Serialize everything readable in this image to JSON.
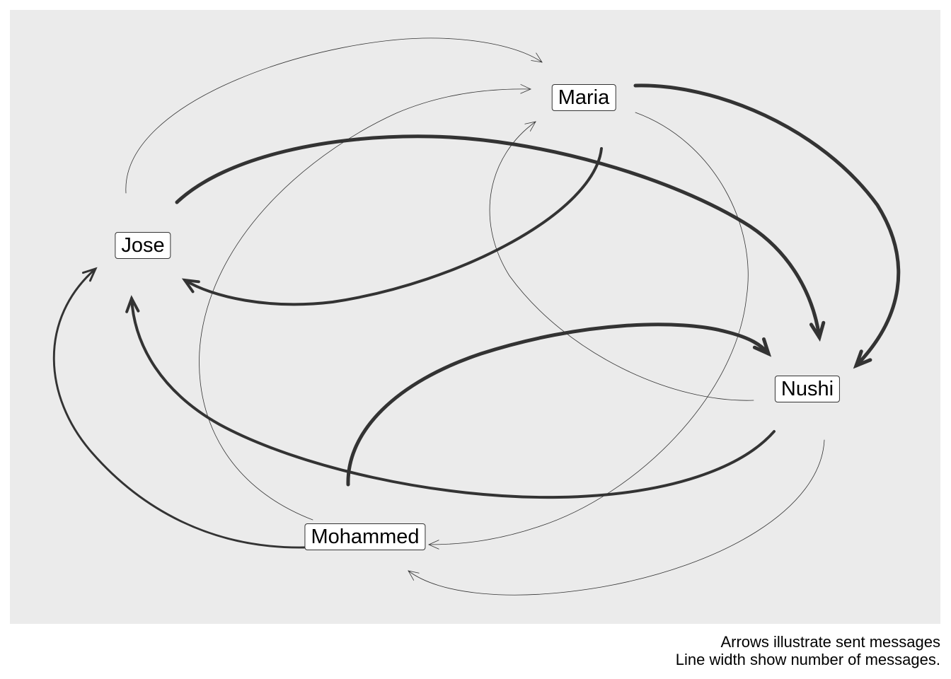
{
  "diagram": {
    "background_color": "#ebebeb",
    "edge_color": "#333333",
    "nodes": [
      {
        "id": "maria",
        "label": "Maria"
      },
      {
        "id": "jose",
        "label": "Jose"
      },
      {
        "id": "nushi",
        "label": "Nushi"
      },
      {
        "id": "mohammed",
        "label": "Mohammed"
      }
    ],
    "edges": [
      {
        "from": "Jose",
        "to": "Maria",
        "weight": 1
      },
      {
        "from": "Mohammed",
        "to": "Maria",
        "weight": 1
      },
      {
        "from": "Nushi",
        "to": "Maria",
        "weight": 1
      },
      {
        "from": "Maria",
        "to": "Nushi",
        "weight": 5
      },
      {
        "from": "Maria",
        "to": "Jose",
        "weight": 4
      },
      {
        "from": "Jose",
        "to": "Nushi",
        "weight": 5
      },
      {
        "from": "Mohammed",
        "to": "Nushi",
        "weight": 5
      },
      {
        "from": "Nushi",
        "to": "Jose",
        "weight": 4
      },
      {
        "from": "Mohammed",
        "to": "Jose",
        "weight": 3
      },
      {
        "from": "Nushi",
        "to": "Mohammed",
        "weight": 1
      },
      {
        "from": "Maria",
        "to": "Mohammed",
        "weight": 1
      }
    ]
  },
  "caption": {
    "line1": "Arrows illustrate sent messages",
    "line2": "Line width show number of messages."
  }
}
